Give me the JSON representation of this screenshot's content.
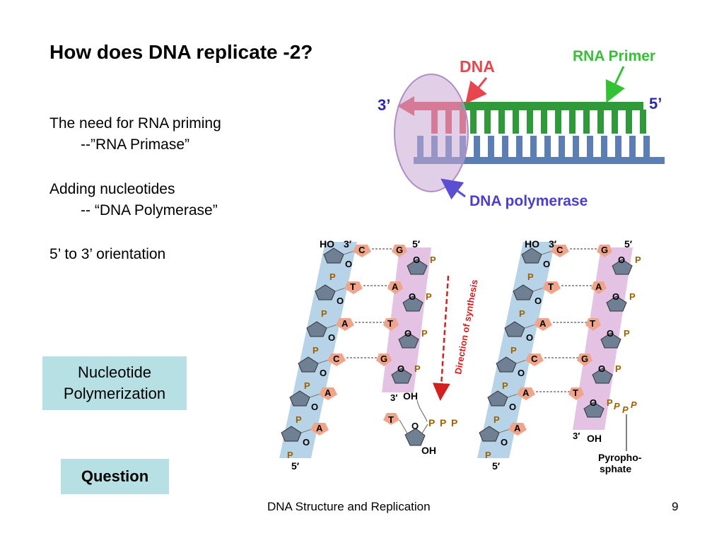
{
  "slide": {
    "title": "How does DNA replicate -2?",
    "bullets": [
      {
        "main": "The need for RNA priming",
        "sub": "--”RNA Primase”"
      },
      {
        "main": "Adding nucleotides",
        "sub": "-- “DNA Polymerase”"
      },
      {
        "main": "5’ to 3’ orientation"
      }
    ],
    "box_label_1": "Nucleotide",
    "box_label_2": "Polymerization",
    "question_label": "Question",
    "footer_title": "DNA Structure and Replication",
    "page_number": "9"
  },
  "top_diagram": {
    "label_dna": "DNA",
    "label_rna_primer": "RNA Primer",
    "label_3prime": "3’",
    "label_5prime": "5’",
    "label_polymerase": "DNA polymerase",
    "colors": {
      "dna_strand": "#e8454f",
      "rna_primer": "#2e9a3a",
      "template": "#5b7fb5",
      "polymerase": "#c6a7d3"
    }
  },
  "bottom_diagram": {
    "label_ho": "HO",
    "label_3p": "3′",
    "label_5p": "5′",
    "label_oh": "OH",
    "label_o": "O",
    "label_p": "P",
    "left_bases": [
      "C",
      "T",
      "A",
      "C",
      "A",
      "A"
    ],
    "right_bases": [
      "G",
      "A",
      "T",
      "G"
    ],
    "incoming_base": "T",
    "direction_label": "Direction of synthesis",
    "pyrophosphate_line1": "Pyropho-",
    "pyrophosphate_line2": "sphate",
    "colors": {
      "left_strand_band": "#b7d3e8",
      "right_strand_band": "#e3c2e3",
      "base": "#f0a58b",
      "arrow": "#d32020"
    }
  }
}
